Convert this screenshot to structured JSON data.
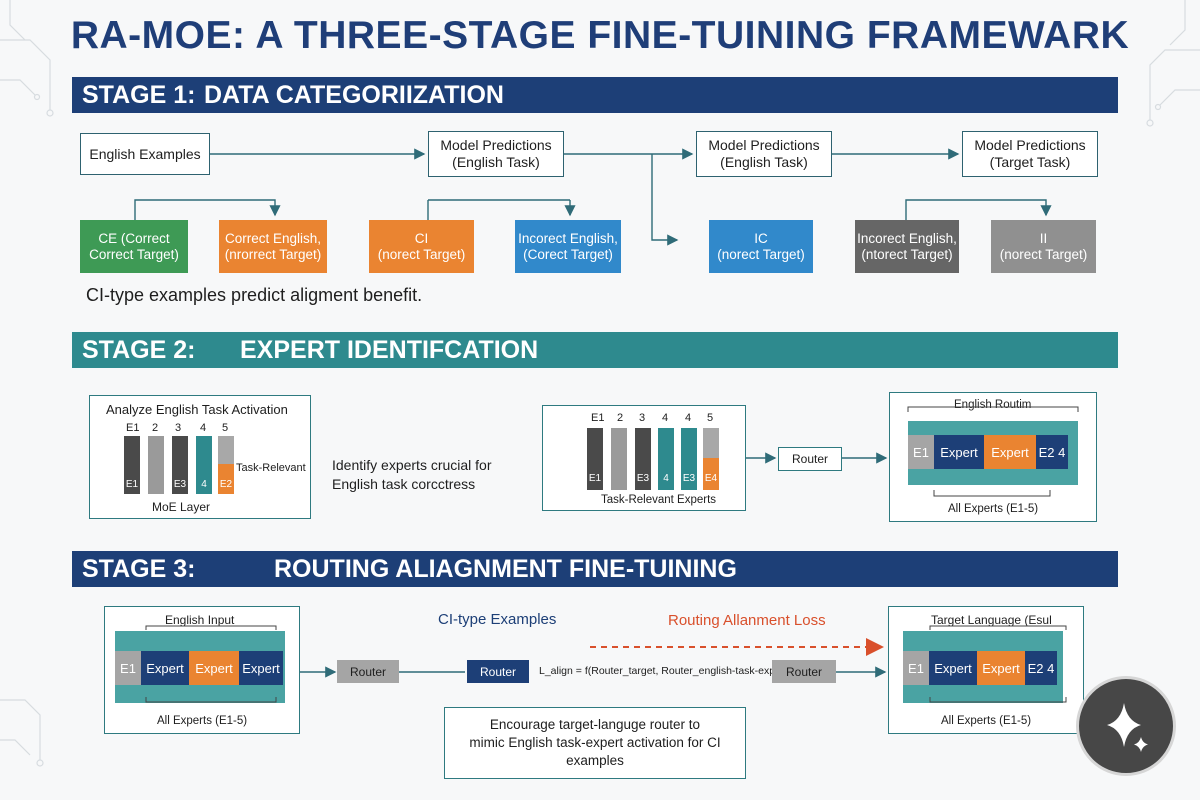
{
  "title": "RA-MOE: A THREE-STAGE FINE-TUINING FRAMEWARK",
  "stage1": {
    "label": "STAGE 1:",
    "name": "DATA CATEGORIIZATION",
    "flow": {
      "english_examples": "English Examples",
      "pred1": "Model Predictions\n(English Task)",
      "pred2": "Model Predictions\n(English Task)",
      "pred3": "Model Predictions\n(Target Task)"
    },
    "categories": [
      {
        "label": "CE  (Correct\nCorrect Target)",
        "color": "#3e9a55"
      },
      {
        "label": "Correct English,\n(nrorrect Target)",
        "color": "#ea8431"
      },
      {
        "label": "CI\n(norect Target)",
        "color": "#ea8431"
      },
      {
        "label": "Incorect English,\n(Corect Target)",
        "color": "#3189cb"
      },
      {
        "label": "IC\n(norect Target)",
        "color": "#3189cb"
      },
      {
        "label": "Incorect English,\n(ntorect Target)",
        "color": "#666666"
      },
      {
        "label": "II\n(norect Target)",
        "color": "#909090"
      }
    ],
    "note": "CI-type examples predict aligment benefit."
  },
  "stage2": {
    "label": "STAGE 2:",
    "name": "EXPERT IDENTIFCATION",
    "left_panel": {
      "title": "Analyze English Task Activation",
      "top_labels": [
        "E1",
        "2",
        "3",
        "4",
        "5"
      ],
      "inner_labels": [
        "E1",
        "",
        "E3",
        "4",
        "E2"
      ],
      "task_relevant": "Task-Relevant",
      "footer": "MoE Layer"
    },
    "middle_text": "Identify experts crucial for\nEnglish task corcctress",
    "experts_panel": {
      "top_labels": [
        "E1",
        "2",
        "3",
        "4",
        "4",
        "5"
      ],
      "inner_labels": [
        "E1",
        "",
        "E3",
        "4",
        "E3",
        "E4"
      ],
      "footer": "Task-Relevant Experts"
    },
    "router_label": "Router",
    "routing_panel": {
      "title": "English Routim",
      "segments": [
        "E1",
        "Expert",
        "Expert",
        "E2 4"
      ],
      "footer": "All Experts (E1-5)"
    }
  },
  "stage3": {
    "label": "STAGE 3:",
    "name": "ROUTING ALIAGNMENT FINE-TUINING",
    "input_panel": {
      "title": "English Input",
      "segments": [
        "E1",
        "Expert",
        "Expert",
        "Expert"
      ],
      "footer": "All Experts (E1-5)"
    },
    "router1": "Router",
    "ci_label": "CI-type Examples",
    "router2": "Router",
    "loss_label": "Routing Allanment Loss",
    "formula": "L_align = f(Router_target, Router_english-task-experts)",
    "router3": "Router",
    "target_panel": {
      "title": "Target Language (Esul",
      "segments": [
        "E1",
        "Expert",
        "Expert",
        "E2 4"
      ],
      "footer": "All Experts (E1-5)"
    },
    "note": "Encourage target-languge router to\nmimic English task-expert activation for CI\nexamples"
  },
  "colors": {
    "navy": "#1d3f77",
    "teal": "#2e8a8e",
    "orange": "#ea8431",
    "blue": "#3189cb",
    "green": "#3e9a55",
    "gray": "#666666",
    "red_dashed": "#d9502c"
  },
  "icons": {
    "fab": "sparkle-icon"
  }
}
